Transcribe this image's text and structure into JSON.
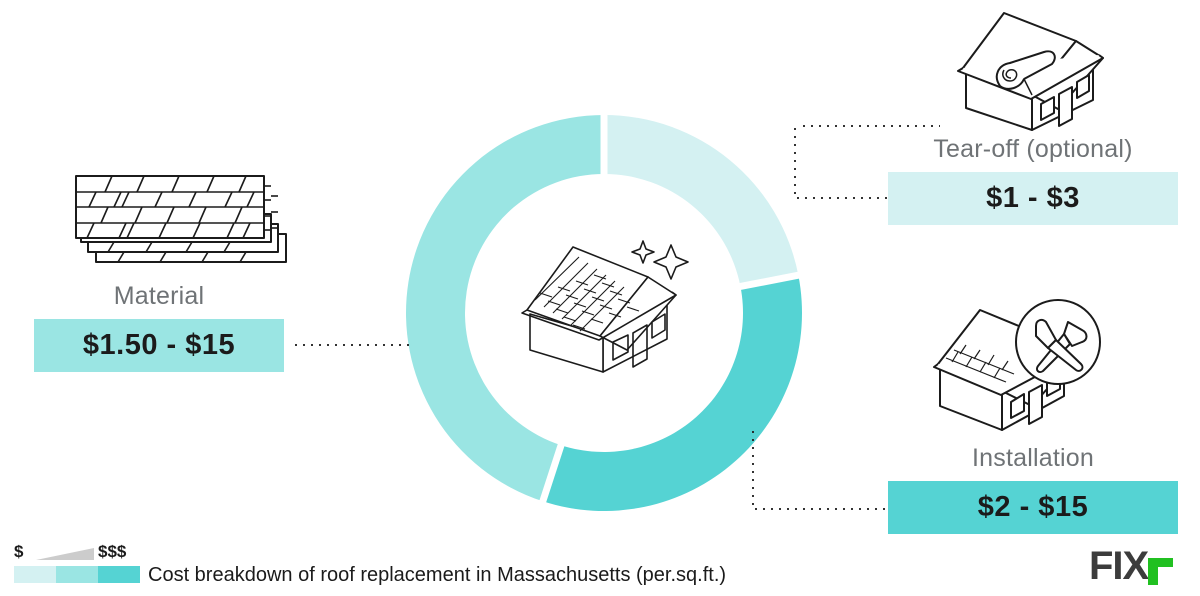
{
  "title": "Cost breakdown of roof replacement in Massachusetts (per.sq.ft.)",
  "colors": {
    "light": "#d4f1f2",
    "medium": "#9ae5e3",
    "dark": "#55d3d3",
    "line": "#1b1b1b",
    "label_text": "#6f7376",
    "brand_dark": "#3c3c3c",
    "brand_green": "#21c021"
  },
  "chart_data": {
    "type": "pie",
    "title": "Cost breakdown of roof replacement in Massachusetts (per.sq.ft.)",
    "unit": "per square foot",
    "categories": [
      "Tear-off (optional)",
      "Installation",
      "Material"
    ],
    "values": [
      22,
      33,
      45
    ],
    "value_labels": [
      "$1 - $3",
      "$2 - $15",
      "$1.50 - $15"
    ],
    "colors": [
      "#d4f1f2",
      "#55d3d3",
      "#9ae5e3"
    ],
    "start_angle_deg": 0,
    "legend": "position: bottom-left",
    "segments": [
      {
        "name": "Tear-off (optional)",
        "label": "$1 - $3",
        "min": 1,
        "max": 3,
        "color": "#d4f1f2",
        "start_deg": 0,
        "end_deg": 79
      },
      {
        "name": "Installation",
        "label": "$2 - $15",
        "min": 2,
        "max": 15,
        "color": "#55d3d3",
        "start_deg": 79,
        "end_deg": 198
      },
      {
        "name": "Material",
        "label": "$1.50 - $15",
        "min": 1.5,
        "max": 15,
        "color": "#9ae5e3",
        "start_deg": 198,
        "end_deg": 360
      }
    ]
  },
  "items": {
    "material": {
      "label": "Material",
      "price": "$1.50 - $15",
      "color": "#9ae5e3",
      "icon": "shingle-stack-icon"
    },
    "tearoff": {
      "label": "Tear-off (optional)",
      "price": "$1 - $3",
      "color": "#d4f1f2",
      "icon": "house-roll-roofing-icon"
    },
    "installation": {
      "label": "Installation",
      "price": "$2 - $15",
      "color": "#55d3d3",
      "icon": "house-tools-icon"
    }
  },
  "center_icon": "house-sparkle-icon",
  "legend": {
    "low_label": "$",
    "high_label": "$$$",
    "caption": "Cost breakdown of roof replacement in Massachusetts (per.sq.ft.)",
    "swatches": [
      "#d4f1f2",
      "#9ae5e3",
      "#55d3d3"
    ]
  },
  "brand": {
    "name_primary": "FIX",
    "name_accent": "r"
  }
}
